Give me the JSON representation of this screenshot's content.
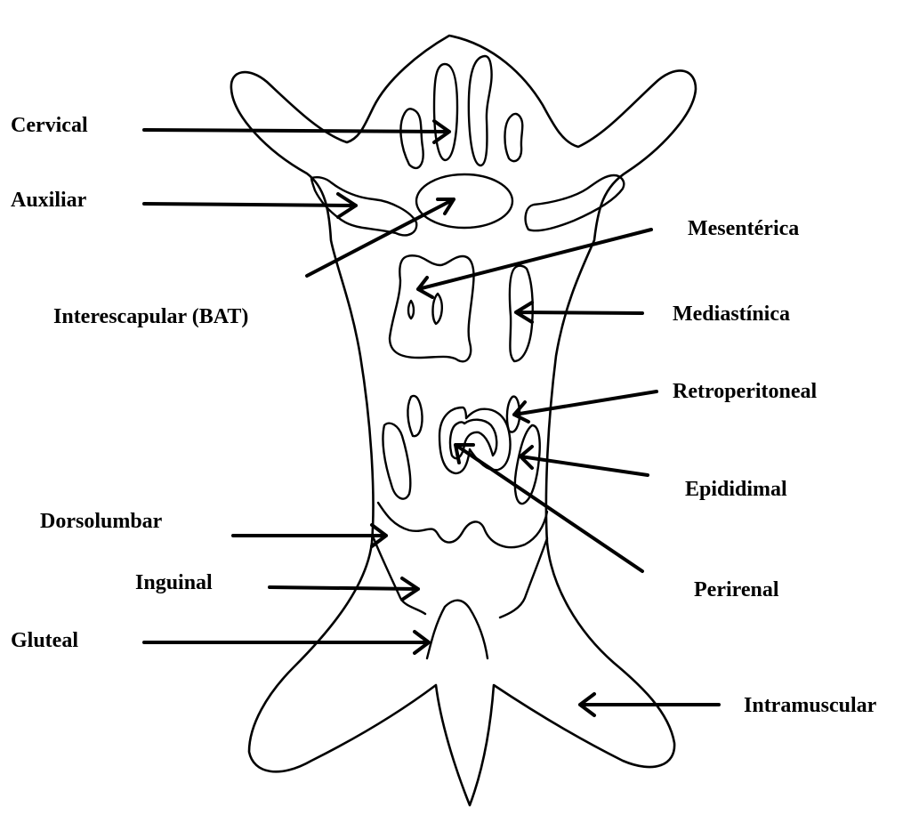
{
  "labels": {
    "cervical": "Cervical",
    "auxiliar": "Auxiliar",
    "interescapular": "Interescapular (BAT)",
    "mesenterica": "Mesentérica",
    "mediastinica": "Mediastínica",
    "retroperitoneal": "Retroperitoneal",
    "epididimal": "Epididimal",
    "dorsolumbar": "Dorsolumbar",
    "perirenal": "Perirenal",
    "inguinal": "Inguinal",
    "gluteal": "Gluteal",
    "intramuscular": "Intramuscular"
  },
  "colors": {
    "line": "#000000",
    "background": "#ffffff"
  }
}
